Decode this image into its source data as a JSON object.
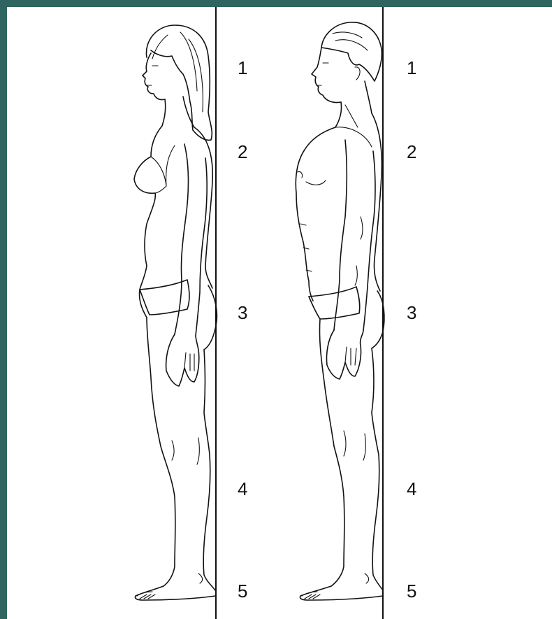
{
  "colors": {
    "background_frame": "#2f6461",
    "sheet": "#ffffff",
    "ink": "#111111"
  },
  "figures": [
    {
      "name": "female-standing-profile",
      "markers": [
        {
          "label": "1"
        },
        {
          "label": "2"
        },
        {
          "label": "3"
        },
        {
          "label": "4"
        },
        {
          "label": "5"
        }
      ]
    },
    {
      "name": "male-standing-profile",
      "markers": [
        {
          "label": "1"
        },
        {
          "label": "2"
        },
        {
          "label": "3"
        },
        {
          "label": "4"
        },
        {
          "label": "5"
        }
      ]
    }
  ]
}
